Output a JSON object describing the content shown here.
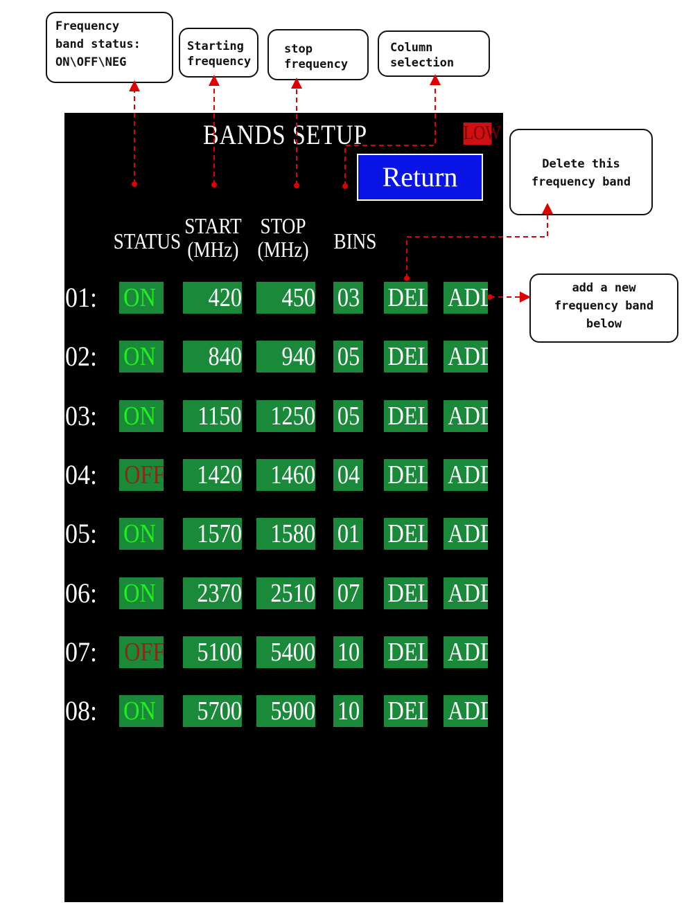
{
  "callouts": {
    "status": [
      "Frequency",
      "band status:",
      "ON\\OFF\\NEG"
    ],
    "start": [
      "Starting",
      "frequency"
    ],
    "stop": [
      "stop",
      "frequency"
    ],
    "column": [
      "Column",
      "selection"
    ],
    "delete": [
      "Delete this",
      "frequency band"
    ],
    "add": [
      "add a new",
      "frequency band",
      "below"
    ]
  },
  "screen": {
    "title": "BANDS SETUP",
    "battery": "LOW",
    "return_label": "Return",
    "headers": {
      "status": "STATUS",
      "start": [
        "START",
        "(MHz)"
      ],
      "stop": [
        "STOP",
        "(MHz)"
      ],
      "bins": "BINS"
    },
    "rows": [
      {
        "label": "01:",
        "status": "ON",
        "start": "420",
        "stop": "450",
        "bins": "03",
        "del": "DEL",
        "add": "ADD"
      },
      {
        "label": "02:",
        "status": "ON",
        "start": "840",
        "stop": "940",
        "bins": "05",
        "del": "DEL",
        "add": "ADD"
      },
      {
        "label": "03:",
        "status": "ON",
        "start": "1150",
        "stop": "1250",
        "bins": "05",
        "del": "DEL",
        "add": "ADD"
      },
      {
        "label": "04:",
        "status": "OFF",
        "start": "1420",
        "stop": "1460",
        "bins": "04",
        "del": "DEL",
        "add": "ADD"
      },
      {
        "label": "05:",
        "status": "ON",
        "start": "1570",
        "stop": "1580",
        "bins": "01",
        "del": "DEL",
        "add": "ADD"
      },
      {
        "label": "06:",
        "status": "ON",
        "start": "2370",
        "stop": "2510",
        "bins": "07",
        "del": "DEL",
        "add": "ADD"
      },
      {
        "label": "07:",
        "status": "OFF",
        "start": "5100",
        "stop": "5400",
        "bins": "10",
        "del": "DEL",
        "add": "ADD"
      },
      {
        "label": "08:",
        "status": "ON",
        "start": "5700",
        "stop": "5900",
        "bins": "10",
        "del": "DEL",
        "add": "ADD"
      }
    ]
  },
  "colors": {
    "on": "#22ee22",
    "off": "#8a2a10",
    "cell": "#1a8a3a",
    "return": "#0a14e6",
    "annotation": "#e00000"
  }
}
